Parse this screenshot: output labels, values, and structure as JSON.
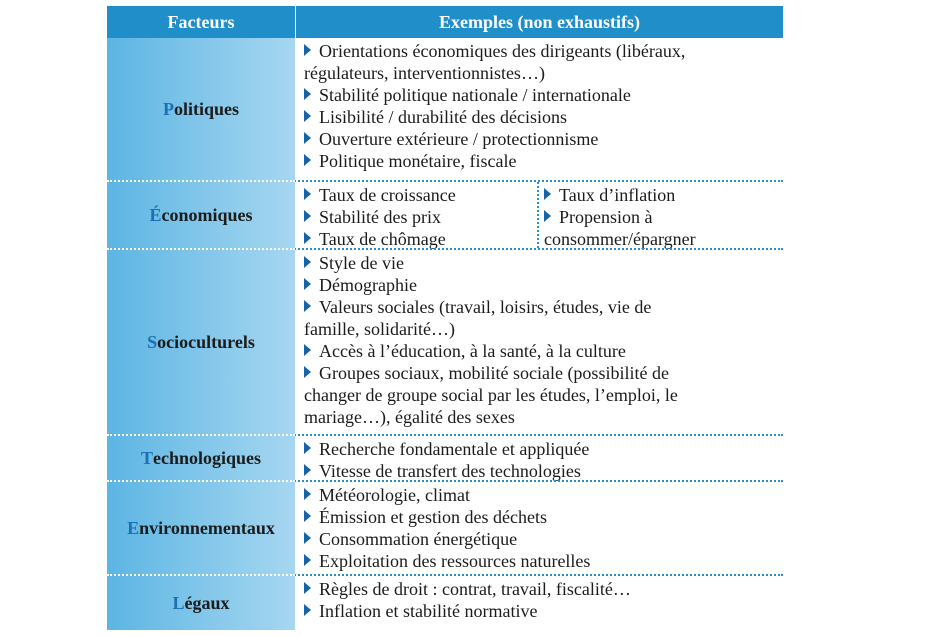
{
  "header": {
    "factors": "Facteurs",
    "examples": "Exemples (non exhaustifs)"
  },
  "colors": {
    "header_bg": "#1f8ec9",
    "factor_bg": "#7fc5ea",
    "bullet": "#1763a8",
    "initial": "#1b6fb5"
  },
  "rows": [
    {
      "initial": "P",
      "rest": "olitiques",
      "items": [
        "Orientations économiques des dirigeants (libéraux,",
        "régulateurs, interventionnistes…)",
        "Stabilité politique nationale / internationale",
        "Lisibilité / durabilité des décisions",
        "Ouverture extérieure / protectionnisme",
        "Politique monétaire, fiscale"
      ]
    },
    {
      "initial": "É",
      "rest": "conomiques",
      "left_items": [
        "Taux de croissance",
        "Stabilité des prix",
        "Taux de chômage"
      ],
      "right_items": [
        "Taux d’inflation",
        "Propension à",
        "consommer/épargner"
      ]
    },
    {
      "initial": "S",
      "rest": "ocioculturels",
      "items": [
        "Style de vie",
        "Démographie",
        "Valeurs sociales (travail, loisirs, études, vie de",
        "famille, solidarité…)",
        "Accès à l’éducation, à la santé, à la culture",
        "Groupes sociaux, mobilité sociale (possibilité de",
        "changer de groupe social par les études, l’emploi, le",
        "mariage…), égalité des sexes"
      ]
    },
    {
      "initial": "T",
      "rest": "echnologiques",
      "items": [
        "Recherche fondamentale et appliquée",
        "Vitesse de transfert des technologies"
      ]
    },
    {
      "initial": "E",
      "rest": "nvironnementaux",
      "items": [
        "Météorologie, climat",
        "Émission et gestion des déchets",
        "Consommation énergétique",
        "Exploitation des ressources naturelles"
      ]
    },
    {
      "initial": "L",
      "rest": "égaux",
      "items": [
        "Règles de droit : contrat, travail, fiscalité…",
        "Inflation et stabilité normative"
      ]
    }
  ]
}
